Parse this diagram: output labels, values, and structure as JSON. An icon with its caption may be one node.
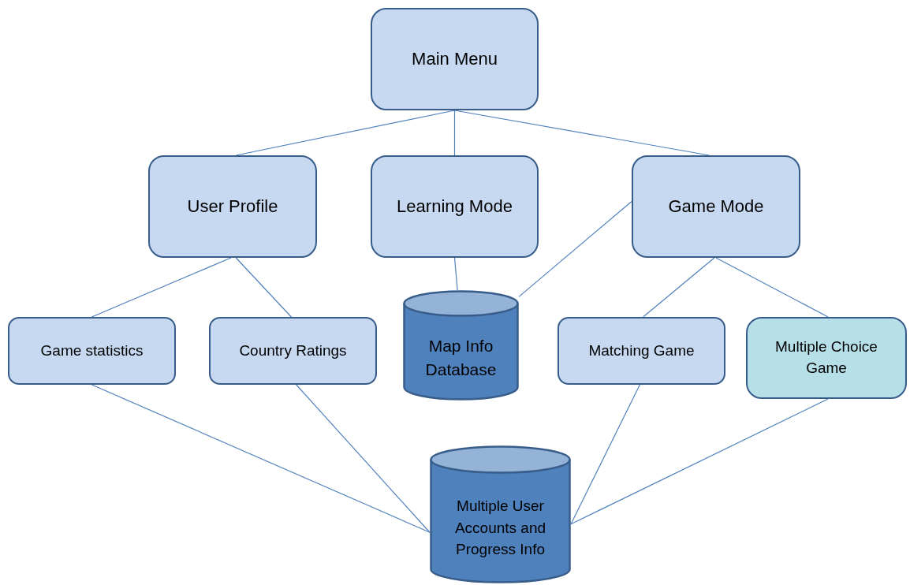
{
  "diagram": {
    "nodes": [
      {
        "text": [
          "Main Menu"
        ]
      },
      {
        "text": [
          "User Profile"
        ]
      },
      {
        "text": [
          "Learning Mode"
        ]
      },
      {
        "text": [
          "Game Mode"
        ]
      },
      {
        "text": [
          "Game statistics"
        ]
      },
      {
        "text": [
          "Country Ratings"
        ]
      },
      {
        "text": [
          "Map Info Database"
        ]
      },
      {
        "text": [
          "Matching Game"
        ]
      },
      {
        "text": [
          "Multiple Choice Game"
        ]
      },
      {
        "text": [
          "Multiple User Accounts and Progress Info"
        ]
      }
    ],
    "edges": [
      {
        "from": 0,
        "to": 1,
        "arrow": "none"
      },
      {
        "from": 0,
        "to": 2,
        "arrow": "none"
      },
      {
        "from": 0,
        "to": 3,
        "arrow": "none"
      },
      {
        "from": 1,
        "to": 4,
        "arrow": "none"
      },
      {
        "from": 1,
        "to": 5,
        "arrow": "none"
      },
      {
        "from": 2,
        "to": 6,
        "arrow": "none"
      },
      {
        "from": 3,
        "to": 6,
        "arrow": "none"
      },
      {
        "from": 3,
        "to": 7,
        "arrow": "none"
      },
      {
        "from": 3,
        "to": 8,
        "arrow": "none"
      },
      {
        "from": 4,
        "to": 9,
        "arrow": "none"
      },
      {
        "from": 5,
        "to": 9,
        "arrow": "none"
      },
      {
        "from": 7,
        "to": 9,
        "arrow": "none"
      },
      {
        "from": 8,
        "to": 9,
        "arrow": "none"
      }
    ]
  }
}
